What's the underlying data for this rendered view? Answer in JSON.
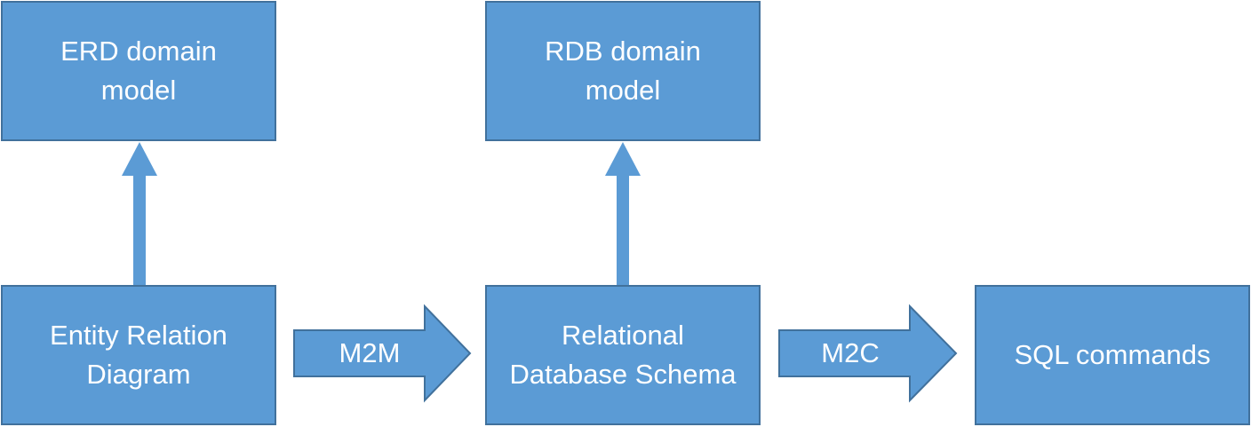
{
  "diagram": {
    "colors": {
      "box_fill": "#5b9bd5",
      "box_border": "#41719c",
      "text": "#ffffff"
    },
    "boxes": {
      "erd_domain_model": "ERD domain\nmodel",
      "rdb_domain_model": "RDB domain\nmodel",
      "entity_relation_diagram": "Entity Relation\nDiagram",
      "relational_database_schema": "Relational\nDatabase Schema",
      "sql_commands": "SQL commands"
    },
    "arrows": {
      "m2m": "M2M",
      "m2c": "M2C"
    }
  }
}
